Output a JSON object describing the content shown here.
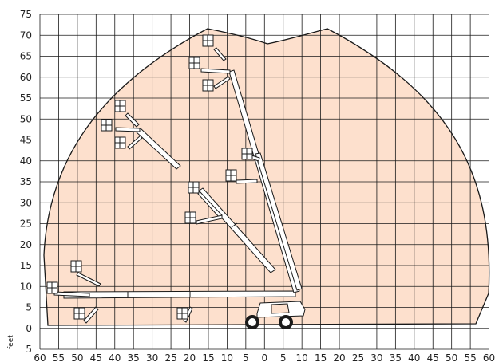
{
  "diagram": {
    "y_tick_labels": [
      "75",
      "70",
      "65",
      "60",
      "55",
      "50",
      "45",
      "40",
      "35",
      "30",
      "25",
      "20",
      "15",
      "10",
      "5",
      "0",
      "5"
    ],
    "x_tick_labels": [
      "60",
      "55",
      "50",
      "45",
      "40",
      "35",
      "30",
      "25",
      "20",
      "15",
      "10",
      "5",
      "0",
      "5",
      "10",
      "15",
      "20",
      "25",
      "30",
      "35",
      "40",
      "45",
      "50",
      "55",
      "60"
    ],
    "unit_label": "feet",
    "colors": {
      "envelope_fill": "#fde0cd",
      "grid": "#1a1a1a",
      "outline": "#1a1a1a",
      "boom": "#ffffff"
    }
  }
}
